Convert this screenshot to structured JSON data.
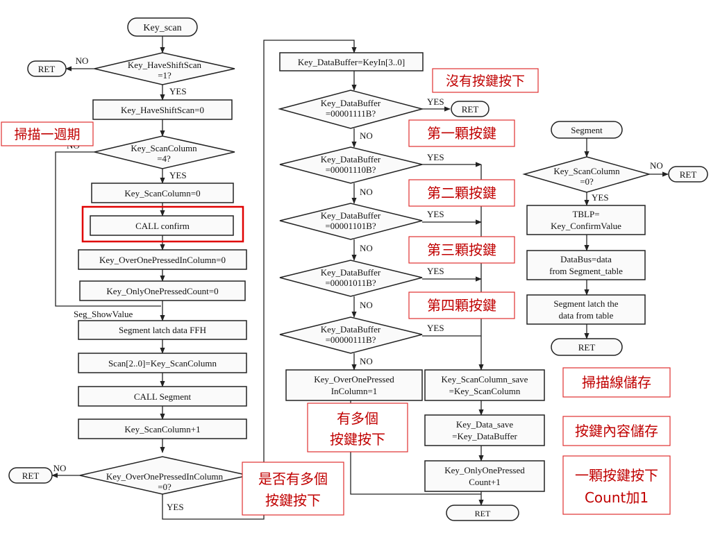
{
  "left": {
    "start": "Key_scan",
    "ret": "RET",
    "no": "NO",
    "yes": "YES",
    "d1": [
      "Key_HaveShiftScan",
      "=1?"
    ],
    "b1": "Key_HaveShiftScan=0",
    "d2": [
      "Key_ScanColumn",
      "=4?"
    ],
    "b2": "Key_ScanColumn=0",
    "b3": "CALL confirm",
    "b4": "Key_OverOnePressedInColumn=0",
    "b5": "Key_OnlyOnePressedCount=0",
    "label": "Seg_ShowValue",
    "b6": "Segment latch data FFH",
    "b7": "Scan[2..0]=Key_ScanColumn",
    "b8": "CALL Segment",
    "b9": "Key_ScanColumn+1",
    "d3": [
      "Key_OverOnePressedInColumn",
      "=0?"
    ]
  },
  "middle": {
    "top": "Key_DataBuffer=KeyIn[3..0]",
    "d_title": "Key_DataBuffer",
    "d_vals": [
      "=00001111B?",
      "=00001110B?",
      "=00001101B?",
      "=00001011B?",
      "=00000111B?"
    ],
    "ret": "RET",
    "over": [
      "Key_OverOnePressed",
      "InColumn=1"
    ],
    "save1": [
      "Key_ScanColumn_save",
      "=Key_ScanColumn"
    ],
    "save2": [
      "Key_Data_save",
      "=Key_DataBuffer"
    ],
    "save3": [
      "Key_OnlyOnePressed",
      "Count+1"
    ],
    "ret_bottom": "RET"
  },
  "right": {
    "start": "Segment",
    "d": [
      "Key_ScanColumn",
      "=0?"
    ],
    "ret": "RET",
    "b1": [
      "TBLP=",
      "Key_ConfirmValue"
    ],
    "b2": [
      "DataBus=data",
      "from Segment_table"
    ],
    "b3": [
      "Segment latch the",
      "data from table"
    ],
    "ret_bottom": "RET"
  },
  "notes": {
    "scan_cycle": "掃描一週期",
    "no_key": "沒有按鍵按下",
    "key1": "第一顆按鍵",
    "key2": "第二顆按鍵",
    "key3": "第三顆按鍵",
    "key4": "第四顆按鍵",
    "multi": [
      "有多個",
      "按鍵按下"
    ],
    "is_multi": [
      "是否有多個",
      "按鍵按下"
    ],
    "save_line": "掃描線儲存",
    "save_content": "按鍵內容儲存",
    "one_key": [
      "一顆按鍵按下",
      "Count加1"
    ]
  },
  "colors": {
    "note": "#c00000",
    "note_border": "#e03030",
    "highlight": "#e00000"
  }
}
